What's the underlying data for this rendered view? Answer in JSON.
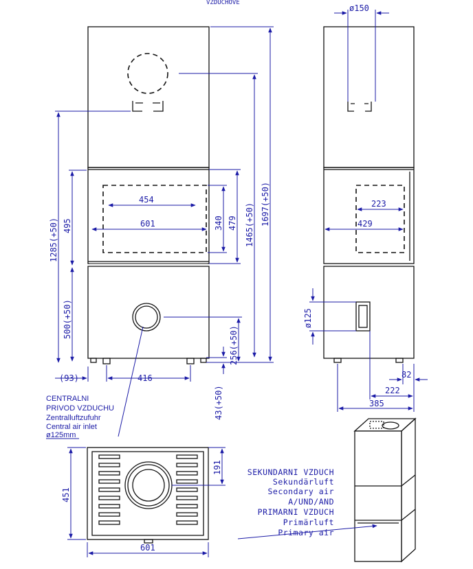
{
  "header": {
    "top_label": "VZDUCHOVÉ"
  },
  "front_view": {
    "dims": {
      "width_inner": "454",
      "width_outer": "601",
      "height_340": "340",
      "height_479": "479",
      "height_1465": "1465(+50)",
      "height_1697": "1697(+50)",
      "height_495": "495",
      "height_1285": "1285(+50)",
      "height_500": "500(+50)",
      "height_256": "256(+50)",
      "height_43": "43(+50)",
      "offset_93": "(93)",
      "offset_416": "416"
    },
    "note": {
      "line1": "CENTRALNI",
      "line2": "PRIVOD VZDUCHU",
      "line3": "Zentralluftzufuhr",
      "line4": "Central air inlet",
      "line5": "ø125mm"
    }
  },
  "side_view": {
    "dims": {
      "flue_dia": "ø150",
      "inner_223": "223",
      "inner_429": "429",
      "inlet_dia": "ø125",
      "dim_82": "82",
      "dim_222": "222",
      "dim_385": "385"
    }
  },
  "top_view": {
    "dims": {
      "depth_451": "451",
      "offset_191": "191",
      "width_601": "601"
    }
  },
  "iso_view": {
    "labels": {
      "l1": "SEKUNDARNI VZDUCH",
      "l2": "Sekundärluft",
      "l3": "Secondary air",
      "l4": "A/UND/AND",
      "l5": "PRIMARNI VZDUCH",
      "l6": "Primärluft",
      "l7": "Primary air"
    }
  },
  "colors": {
    "dimension": "#1a1aa6",
    "outline": "#111111"
  }
}
